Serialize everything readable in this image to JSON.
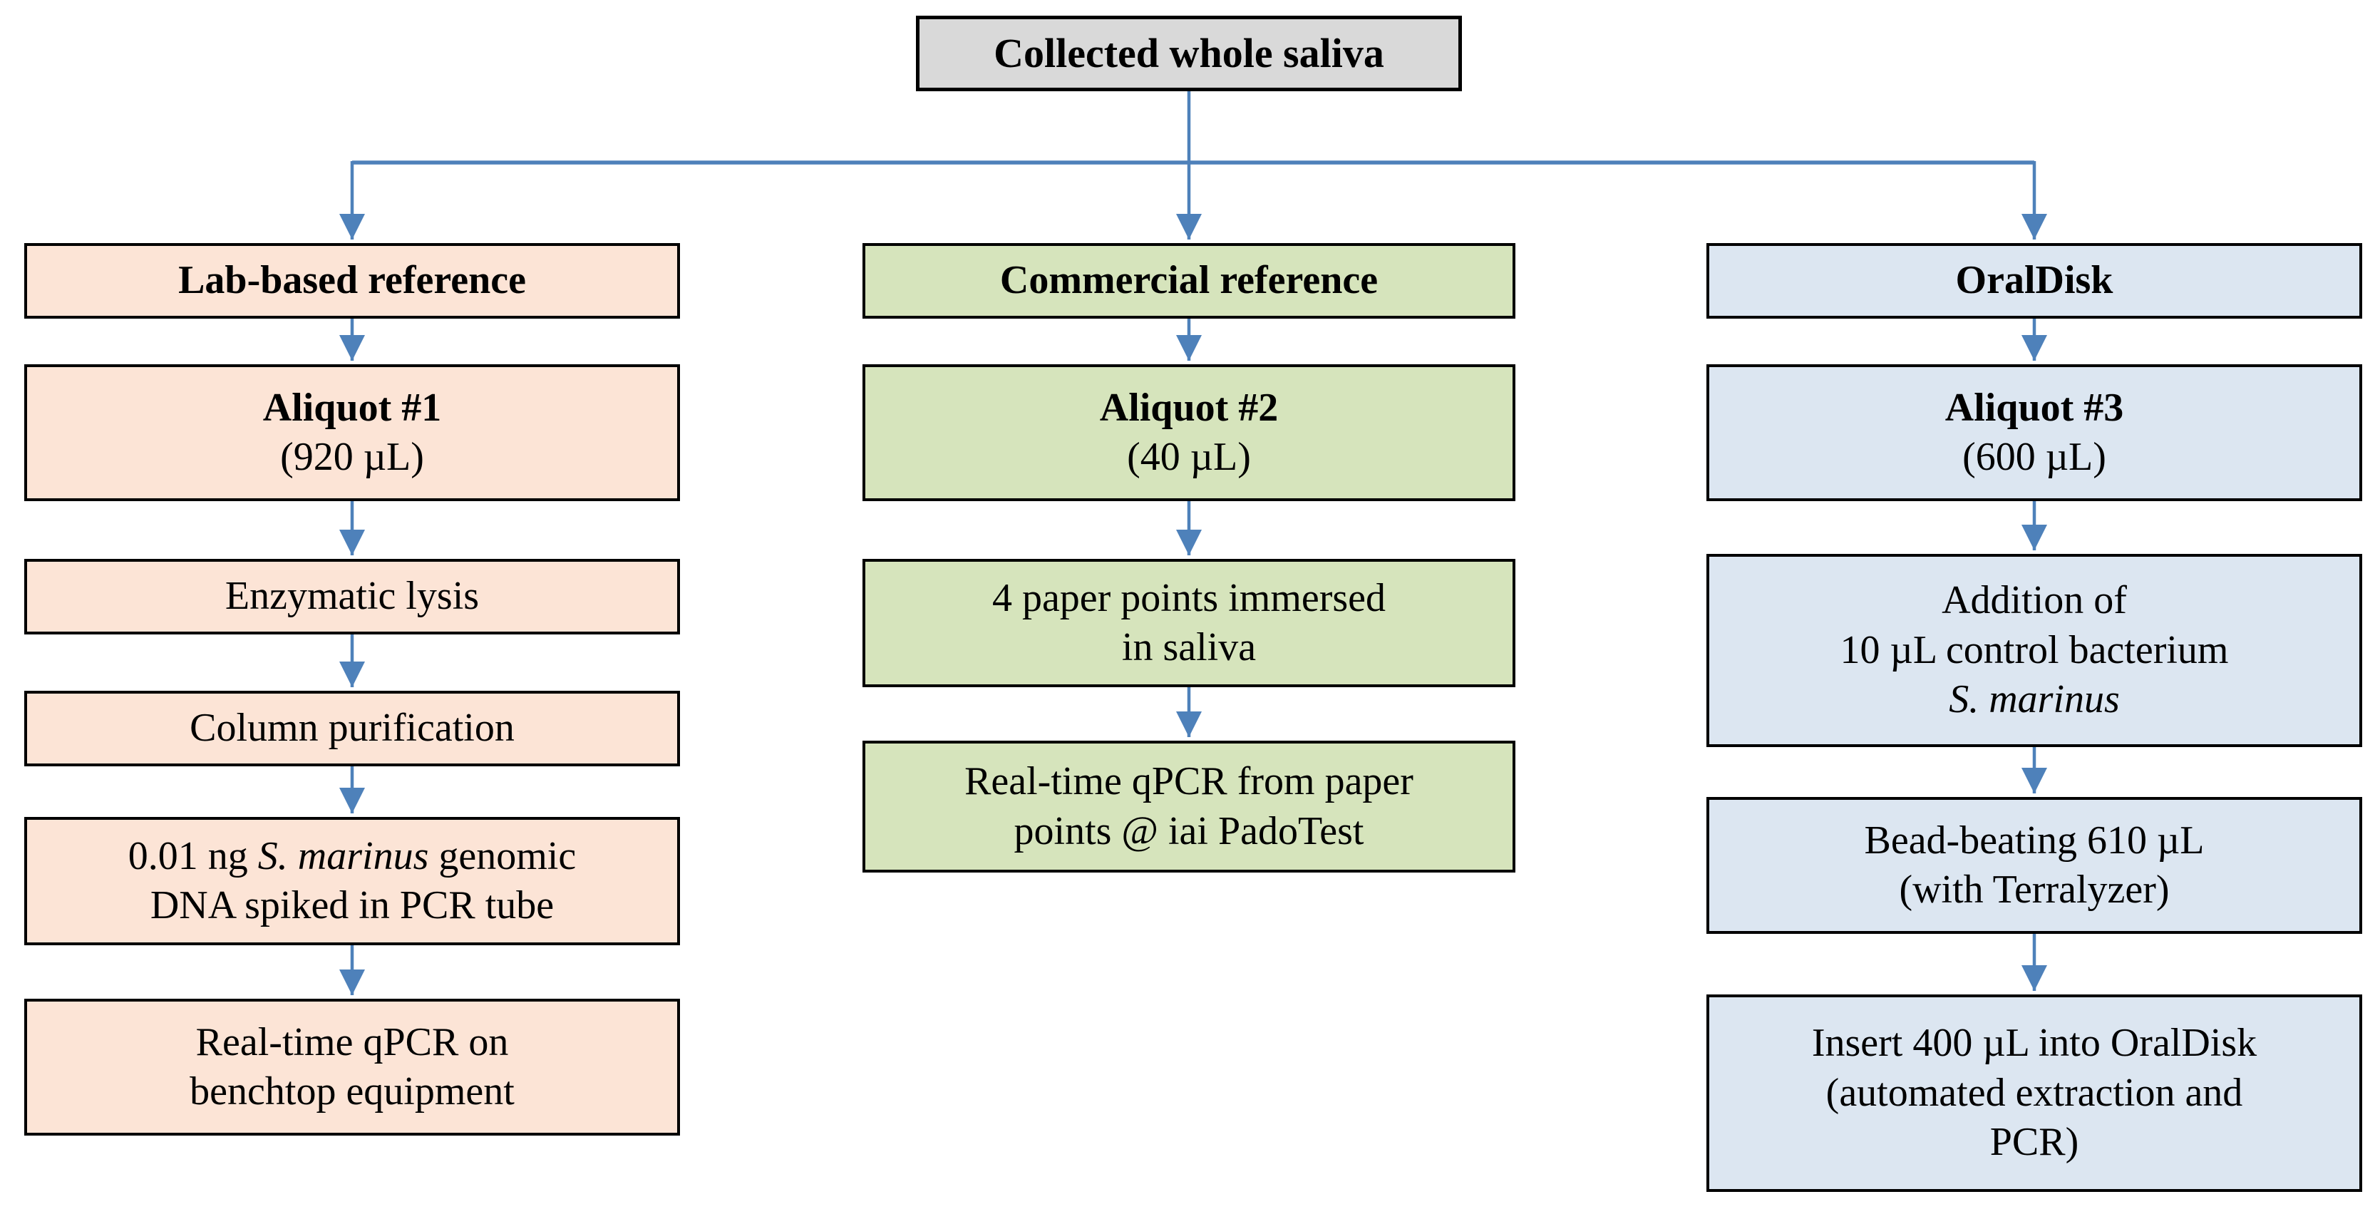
{
  "colors": {
    "root_fill": "#d9d9d9",
    "lab_fill": "#fce4d6",
    "commercial_fill": "#d6e4bc",
    "oraldisk_fill": "#dce6f1",
    "border": "#000000",
    "arrow": "#4e81ba"
  },
  "root": {
    "label": "Collected whole saliva"
  },
  "columns": {
    "lab": {
      "header": "Lab-based reference",
      "aliquot_title": "Aliquot #1",
      "aliquot_volume": "(920 µL)",
      "lysis": "Enzymatic lysis",
      "purification": "Column purification",
      "spike_line1_prefix": "0.01 ng ",
      "spike_line1_italic": "S. marinus",
      "spike_line1_suffix": " genomic",
      "spike_line2": "DNA spiked in PCR tube",
      "qpcr_line1": "Real-time qPCR on",
      "qpcr_line2": "benchtop equipment"
    },
    "commercial": {
      "header": "Commercial reference",
      "aliquot_title": "Aliquot #2",
      "aliquot_volume": "(40 µL)",
      "paper_line1": "4 paper points immersed",
      "paper_line2": "in saliva",
      "qpcr_line1": "Real-time qPCR from paper",
      "qpcr_line2": "points @ iai PadoTest"
    },
    "oraldisk": {
      "header": "OralDisk",
      "aliquot_title": "Aliquot #3",
      "aliquot_volume": "(600 µL)",
      "addition_line1": "Addition of",
      "addition_line2": "10 µL control bacterium",
      "addition_line3_italic": "S. marinus",
      "beadbeating_line1": "Bead-beating 610 µL",
      "beadbeating_line2": "(with Terralyzer)",
      "insert_line1": "Insert 400 µL into OralDisk",
      "insert_line2": "(automated extraction and",
      "insert_line3": "PCR)"
    }
  }
}
